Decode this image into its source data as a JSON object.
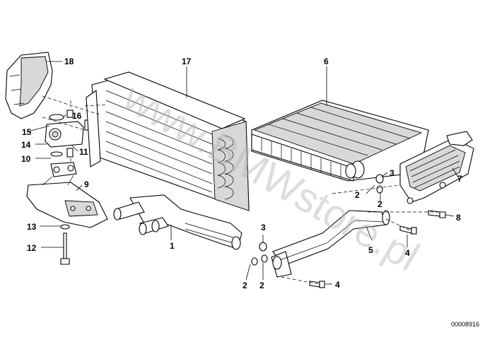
{
  "watermark": "www.BMWstore.pl",
  "document_number": "00008916",
  "callouts": {
    "c1": "1",
    "c2a": "2",
    "c2b": "2",
    "c2c": "2",
    "c2d": "2",
    "c3a": "3",
    "c3b": "3",
    "c4a": "4",
    "c4b": "4",
    "c5": "5",
    "c6": "6",
    "c7": "7",
    "c8": "8",
    "c9": "9",
    "c10": "10",
    "c11": "11",
    "c12": "12",
    "c13": "13",
    "c14": "14",
    "c15": "15",
    "c16": "16",
    "c17": "17",
    "c18": "18"
  }
}
